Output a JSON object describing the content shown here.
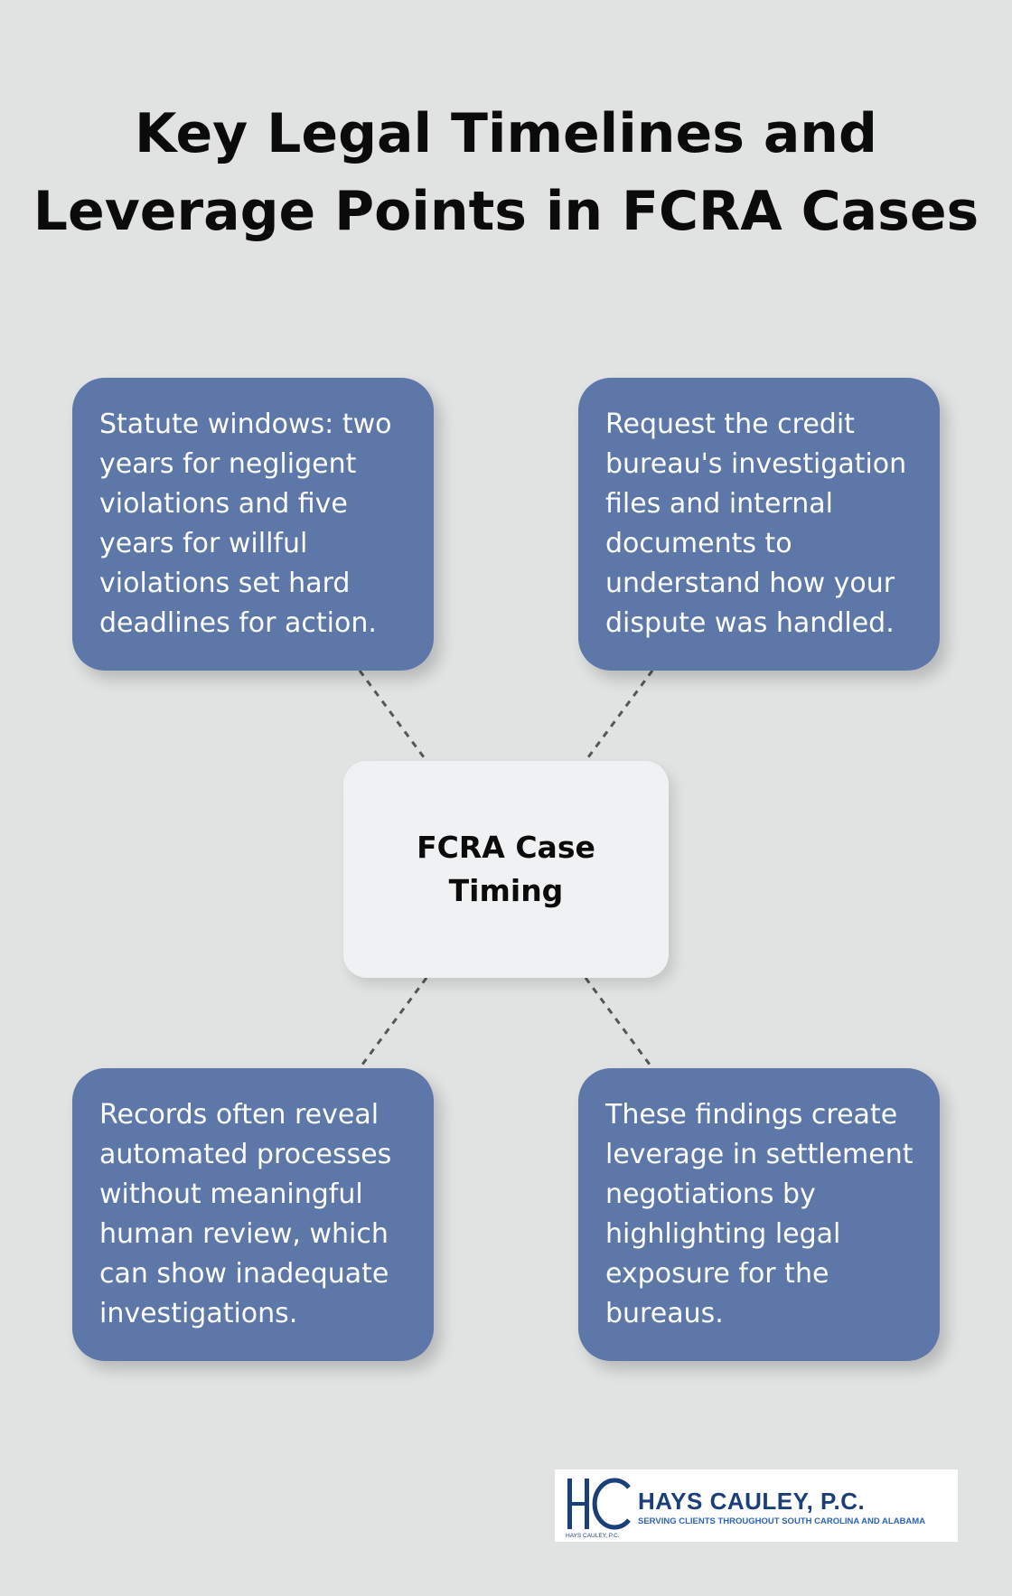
{
  "title": "Key Legal Timelines and Leverage Points in FCRA Cases",
  "center_label": "FCRA Case Timing",
  "cards": [
    "Statute windows: two years for negligent violations and five years for willful violations set hard deadlines for action.",
    "Request the credit bureau's investigation files and internal documents to understand how your dispute was handled.",
    "Records often reveal automated processes without meaningful human review, which can show inadequate investigations.",
    "These findings create leverage in settlement negotiations by highlighting legal exposure for the bureaus."
  ],
  "logo": {
    "name": "HAYS CAULEY, P.C.",
    "tagline": "SERVING CLIENTS THROUGHOUT SOUTH CAROLINA AND ALABAMA",
    "small_text": "HAYS CAULEY, P.C."
  },
  "colors": {
    "background": "#e1e3e3",
    "card": "#5d77a8",
    "center_box": "#eff1f2",
    "logo_navy": "#1b3f7a"
  }
}
